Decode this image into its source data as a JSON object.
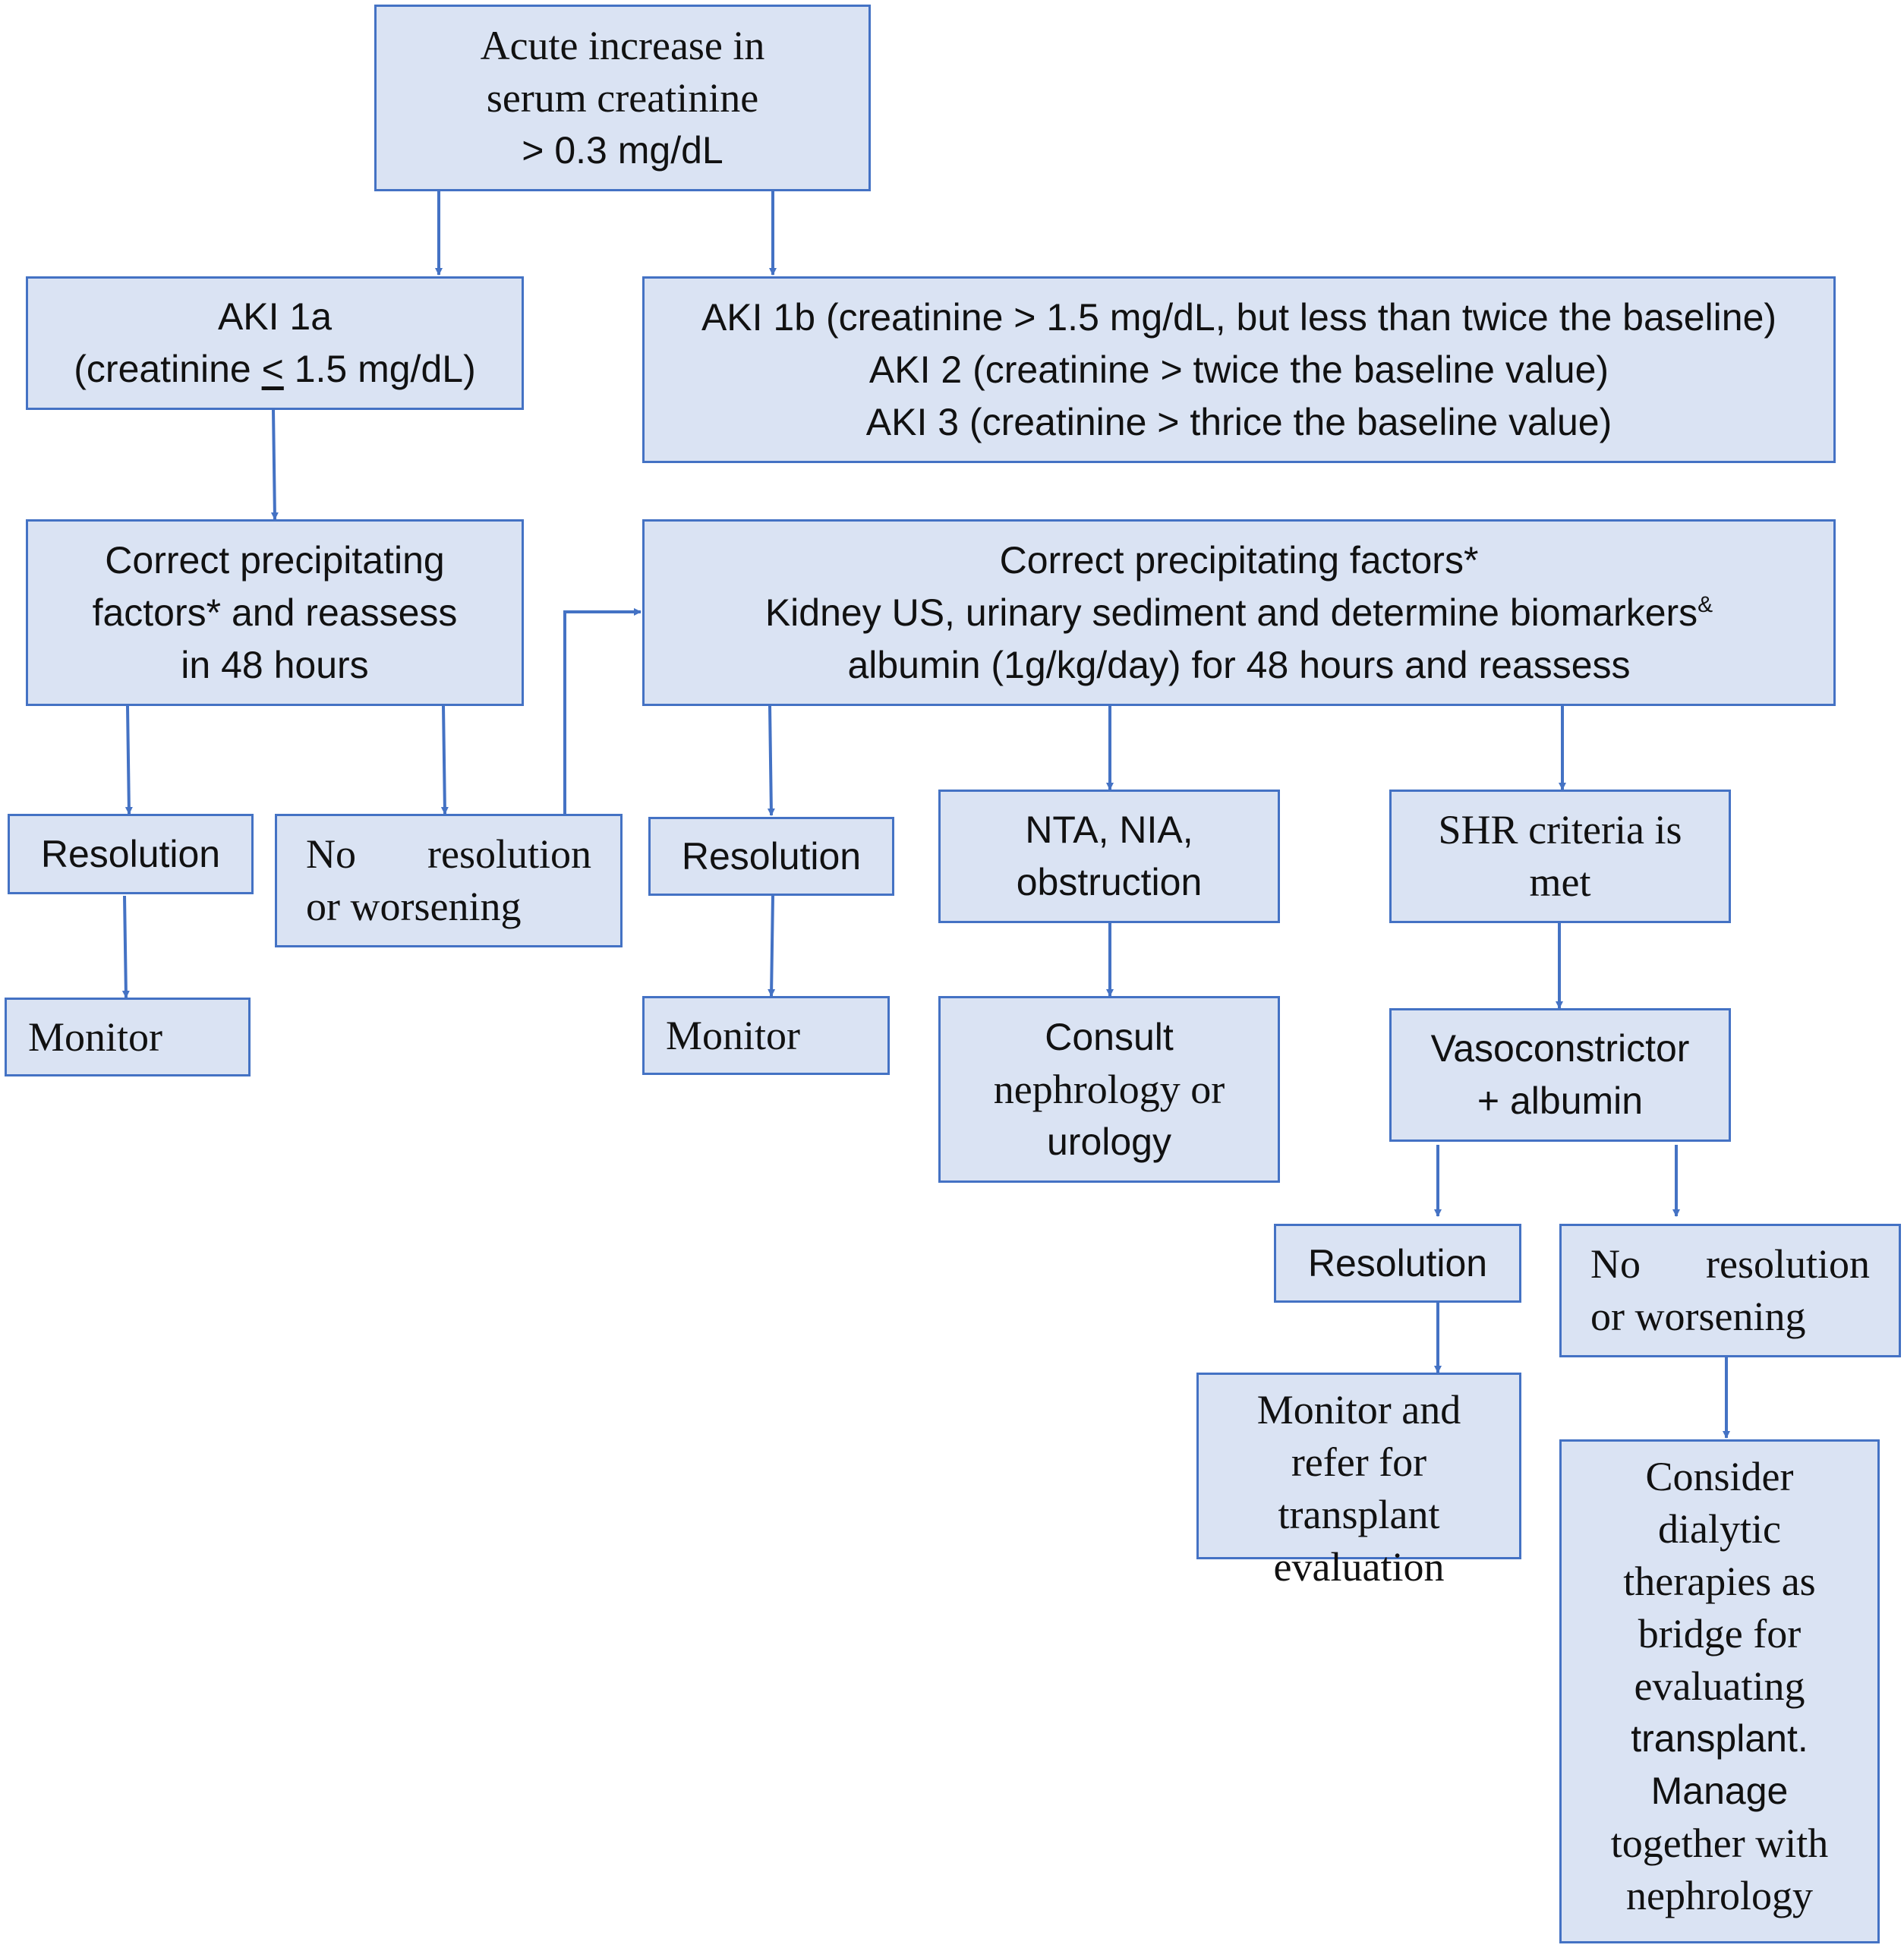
{
  "colors": {
    "box_fill": "#dae3f3",
    "box_border": "#4472c4",
    "arrow": "#4472c4",
    "text": "#111111"
  },
  "nodes": {
    "start": {
      "lines": [
        "Acute increase in",
        "serum creatinine",
        "> 0.3 mg/dL"
      ]
    },
    "aki1a": {
      "line1": "AKI 1a",
      "line2_pre": "(creatinine ",
      "line2_le": "<",
      "line2_post": " 1.5 mg/dL)"
    },
    "aki1b_3": {
      "lines": [
        "AKI 1b (creatinine > 1.5 mg/dL, but less than twice the baseline)",
        "AKI 2 (creatinine > twice the baseline value)",
        "AKI 3 (creatinine > thrice the baseline value)"
      ]
    },
    "correct_left": {
      "lines": [
        "Correct precipitating",
        "factors* and reassess",
        "in 48 hours"
      ]
    },
    "correct_right": {
      "line1": "Correct precipitating factors*",
      "line2": "Kidney US, urinary sediment and determine biomarkers",
      "line2_sup": "&",
      "line3": "albumin (1g/kg/day) for 48 hours and reassess"
    },
    "resolution_1": {
      "label": "Resolution"
    },
    "no_resolution_1": {
      "word1": "No",
      "word2": "resolution",
      "line2": "or worsening"
    },
    "monitor_1": {
      "label": "Monitor"
    },
    "resolution_2": {
      "label": "Resolution"
    },
    "monitor_2": {
      "label": "Monitor"
    },
    "nta": {
      "lines": [
        "NTA, NIA,",
        "obstruction"
      ]
    },
    "consult": {
      "lines": [
        "Consult",
        "nephrology or",
        "urology"
      ]
    },
    "shr": {
      "lines": [
        "SHR criteria is",
        "met"
      ]
    },
    "vaso": {
      "lines": [
        "Vasoconstrictor",
        "+ albumin"
      ]
    },
    "resolution_3": {
      "label": "Resolution"
    },
    "no_resolution_2": {
      "word1": "No",
      "word2": "resolution",
      "line2": "or worsening"
    },
    "monitor_refer": {
      "lines": [
        "Monitor and",
        "refer for",
        "transplant",
        "evaluation"
      ]
    },
    "dialytic": {
      "lines": [
        "Consider",
        "dialytic",
        "therapies as",
        "bridge  for",
        "evaluating",
        "transplant.",
        "Manage",
        "together with",
        "nephrology"
      ]
    }
  }
}
